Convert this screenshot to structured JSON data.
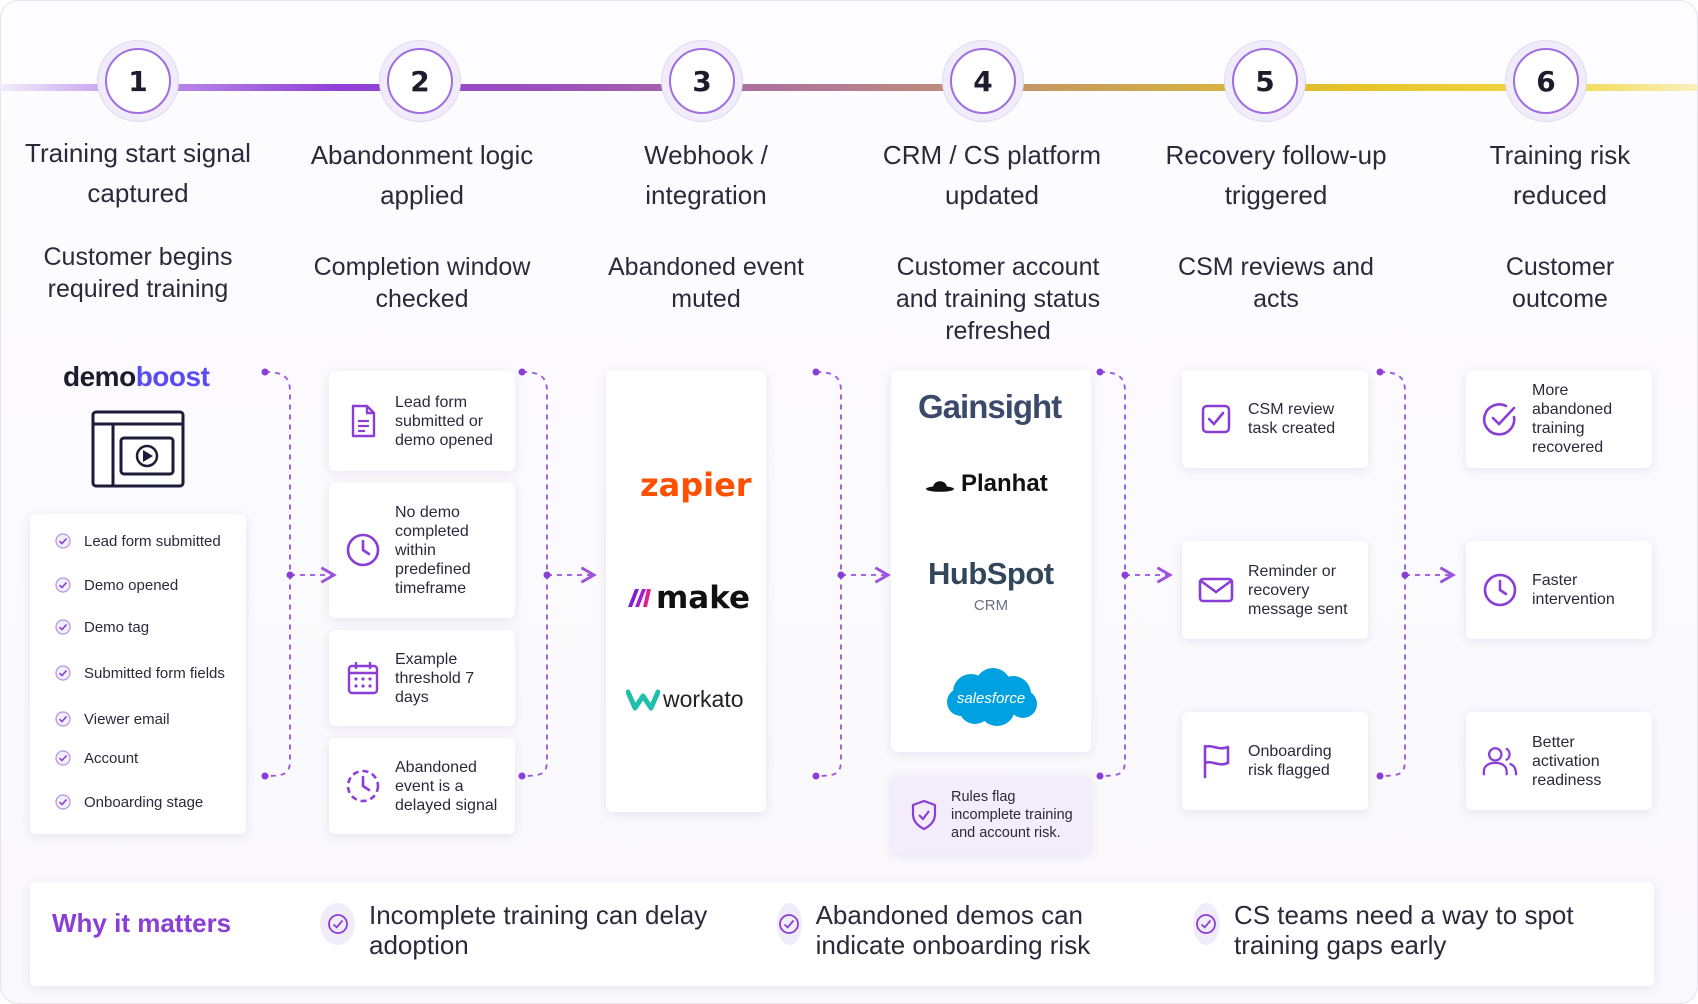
{
  "steps": [
    {
      "number": "1",
      "title": "Training start signal captured",
      "subtitle": "Customer begins required training"
    },
    {
      "number": "2",
      "title": "Abandonment logic applied",
      "subtitle": "Completion window checked"
    },
    {
      "number": "3",
      "title": "Webhook / integration",
      "subtitle": "Abandoned event muted"
    },
    {
      "number": "4",
      "title": "CRM / CS platform updated",
      "subtitle": "Customer account and training status refreshed"
    },
    {
      "number": "5",
      "title": "Recovery follow-up triggered",
      "subtitle": "CSM reviews and acts"
    },
    {
      "number": "6",
      "title": "Training risk reduced",
      "subtitle": "Customer outcome"
    }
  ],
  "col1": {
    "logo_demo": "demo",
    "logo_boost": "boost",
    "checklist": [
      "Lead form submitted",
      "Demo opened",
      "Demo tag",
      "Submitted form fields",
      "Viewer email",
      "Account",
      "Onboarding stage"
    ]
  },
  "col2": {
    "cards": [
      {
        "icon": "document-icon",
        "text": "Lead form submitted or demo opened"
      },
      {
        "icon": "clock-icon",
        "text": "No demo completed within predefined timeframe"
      },
      {
        "icon": "calendar-icon",
        "text": "Example threshold 7 days"
      },
      {
        "icon": "delayed-clock-icon",
        "text": "Abandoned event is a delayed signal"
      }
    ]
  },
  "col3": {
    "logos": [
      "zapier",
      "make",
      "workato"
    ]
  },
  "col4": {
    "logos": [
      "Gainsight",
      "Planhat",
      "HubSpot",
      "CRM",
      "salesforce"
    ],
    "rules_card": "Rules flag incomplete training and account risk."
  },
  "col5": {
    "cards": [
      {
        "icon": "task-check-icon",
        "text": "CSM review task created"
      },
      {
        "icon": "mail-icon",
        "text": "Reminder or recovery message sent"
      },
      {
        "icon": "flag-icon",
        "text": "Onboarding risk flagged"
      }
    ]
  },
  "col6": {
    "cards": [
      {
        "icon": "check-circle-icon",
        "text": "More abandoned training recovered"
      },
      {
        "icon": "clock-icon",
        "text": "Faster intervention"
      },
      {
        "icon": "users-icon",
        "text": "Better activation readiness"
      }
    ]
  },
  "why": {
    "label": "Why it matters",
    "reasons": [
      "Incomplete training can delay adoption",
      "Abandoned demos can indicate onboarding risk",
      "CS teams need a way to spot training gaps early"
    ]
  },
  "colors": {
    "accent": "#8a3ed6",
    "icon": "#8a3ed6",
    "dashed": "#9b52dd",
    "zapier": "#ff4f00",
    "make": "#6d00cc",
    "workato": "#1fbfae",
    "gainsight": "#3b4a6b",
    "hubspot": "#33475b",
    "salesforce": "#00a1e0"
  }
}
